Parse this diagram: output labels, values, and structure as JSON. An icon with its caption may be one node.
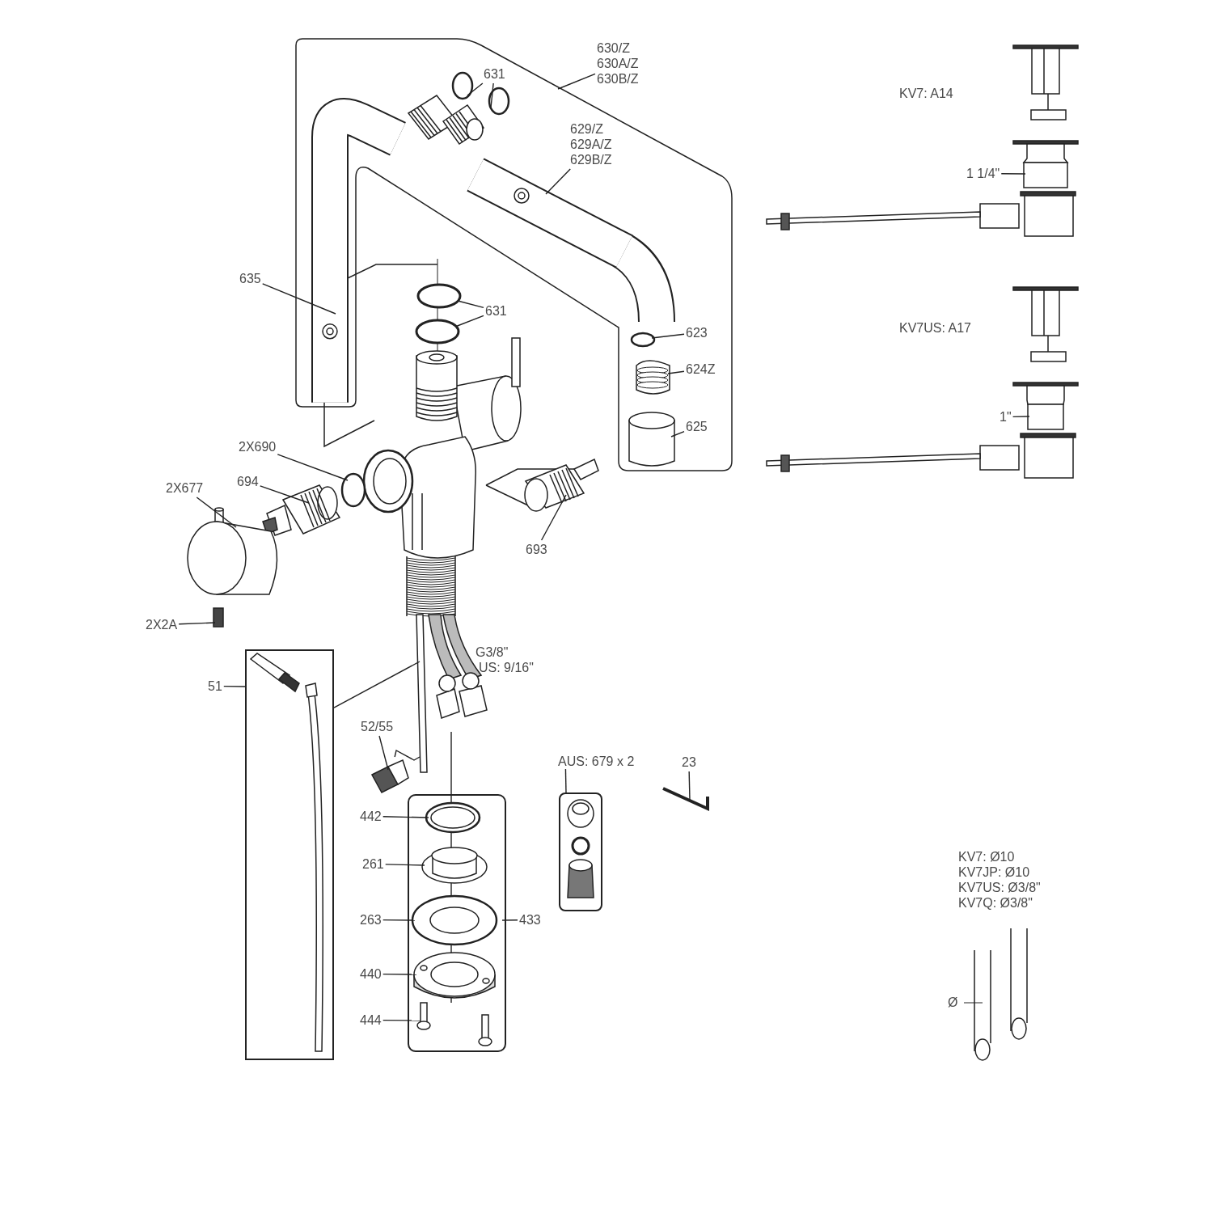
{
  "diagram": {
    "nodes": [
      {
        "text": [
          "630/Z 630A/Z 630B/Z"
        ]
      },
      {
        "text": [
          "631"
        ]
      },
      {
        "text": [
          "629/Z 629A/Z 629B/Z"
        ]
      },
      {
        "text": [
          "635"
        ]
      },
      {
        "text": [
          "631"
        ]
      },
      {
        "text": [
          "623"
        ]
      },
      {
        "text": [
          "624Z"
        ]
      },
      {
        "text": [
          "625"
        ]
      },
      {
        "text": [
          "2X690"
        ]
      },
      {
        "text": [
          "694"
        ]
      },
      {
        "text": [
          "2X677"
        ]
      },
      {
        "text": [
          "693"
        ]
      },
      {
        "text": [
          "2X2A"
        ]
      },
      {
        "text": [
          "51"
        ]
      },
      {
        "text": [
          "52/55"
        ]
      },
      {
        "text": [
          "442"
        ]
      },
      {
        "text": [
          "261"
        ]
      },
      {
        "text": [
          "263"
        ]
      },
      {
        "text": [
          "433"
        ]
      },
      {
        "text": [
          "440"
        ]
      },
      {
        "text": [
          "444"
        ]
      },
      {
        "text": [
          "AUS: 679 x 2"
        ]
      },
      {
        "text": [
          "23"
        ]
      },
      {
        "text": [
          "1 1/4\""
        ]
      },
      {
        "text": [
          "1\""
        ]
      },
      {
        "text": [],
        "shape": "box"
      },
      {
        "text": [],
        "shape": "box"
      },
      {
        "text": [],
        "shape": "box"
      },
      {
        "text": [],
        "shape": "circle"
      },
      {
        "text": [],
        "shape": "circle"
      },
      {
        "text": [],
        "shape": "picture"
      },
      {
        "text": [],
        "shape": "picture"
      },
      {
        "text": [],
        "shape": "circle"
      },
      {
        "text": [],
        "shape": "circle"
      },
      {
        "text": [],
        "shape": "circle"
      },
      {
        "text": [],
        "shape": "picture"
      },
      {
        "text": [],
        "shape": "cylinder"
      },
      {
        "text": [],
        "shape": "circle"
      },
      {
        "text": [],
        "shape": "picture"
      },
      {
        "text": [],
        "shape": "cylinder"
      },
      {
        "text": [],
        "shape": "picture"
      },
      {
        "text": [],
        "shape": "bar"
      },
      {
        "text": [],
        "shape": "picture"
      },
      {
        "text": [],
        "shape": "picture",
        "in": 26
      },
      {
        "text": [],
        "shape": "picture",
        "in": 26
      },
      {
        "text": [],
        "shape": "picture",
        "in": 26
      },
      {
        "text": [],
        "shape": "picture",
        "in": 26
      },
      {
        "text": [],
        "shape": "picture",
        "in": 26
      },
      {
        "text": [],
        "shape": "picture"
      },
      {
        "text": [],
        "shape": "box"
      },
      {
        "text": [],
        "shape": "box"
      },
      {
        "text": [],
        "shape": "picture"
      }
    ],
    "edges": [
      {
        "from": 0,
        "to": null,
        "arrow": "none"
      },
      {
        "from": 1,
        "to": 28,
        "arrow": "none"
      },
      {
        "from": 1,
        "to": 29,
        "arrow": "none"
      },
      {
        "from": 2,
        "to": 31,
        "arrow": "none"
      },
      {
        "from": 3,
        "to": 30,
        "arrow": "none"
      },
      {
        "from": 4,
        "to": 32,
        "arrow": "none"
      },
      {
        "from": 4,
        "to": 33,
        "arrow": "none"
      },
      {
        "from": 5,
        "to": 34,
        "arrow": "none"
      },
      {
        "from": 6,
        "to": 35,
        "arrow": "none"
      },
      {
        "from": 7,
        "to": 36,
        "arrow": "none"
      },
      {
        "from": 8,
        "to": 37,
        "arrow": "none"
      },
      {
        "from": 9,
        "to": 38,
        "arrow": "none"
      },
      {
        "from": 10,
        "to": 39,
        "arrow": "none"
      },
      {
        "from": 11,
        "to": 40,
        "arrow": "none"
      },
      {
        "from": 12,
        "to": 41,
        "arrow": "none"
      },
      {
        "from": 13,
        "to": 25,
        "arrow": "none"
      },
      {
        "from": 25,
        "to": 51,
        "arrow": "none"
      },
      {
        "from": 14,
        "to": 42,
        "arrow": "none"
      },
      {
        "from": 15,
        "to": 43,
        "arrow": "none"
      },
      {
        "from": 16,
        "to": 44,
        "arrow": "none"
      },
      {
        "from": 17,
        "to": 45,
        "arrow": "none"
      },
      {
        "from": 18,
        "to": 26,
        "arrow": "none"
      },
      {
        "from": 19,
        "to": 46,
        "arrow": "none"
      },
      {
        "from": 20,
        "to": 47,
        "arrow": "none"
      },
      {
        "from": 21,
        "to": 27,
        "arrow": "none"
      },
      {
        "from": 22,
        "to": 48,
        "arrow": "none"
      },
      {
        "from": 23,
        "to": 49,
        "arrow": "none"
      },
      {
        "from": 24,
        "to": 50,
        "arrow": "none"
      },
      {
        "from": 42,
        "to": 51,
        "arrow": "none"
      }
    ],
    "labels": [
      "KV7: A14",
      "KV7US: A17",
      "G3/8\"",
      "US: 9/16\"",
      "KV7: Ø10",
      "KV7JP: Ø10",
      "KV7US: Ø3/8\"",
      "KV7Q: Ø3/8\"",
      "Ø"
    ]
  }
}
